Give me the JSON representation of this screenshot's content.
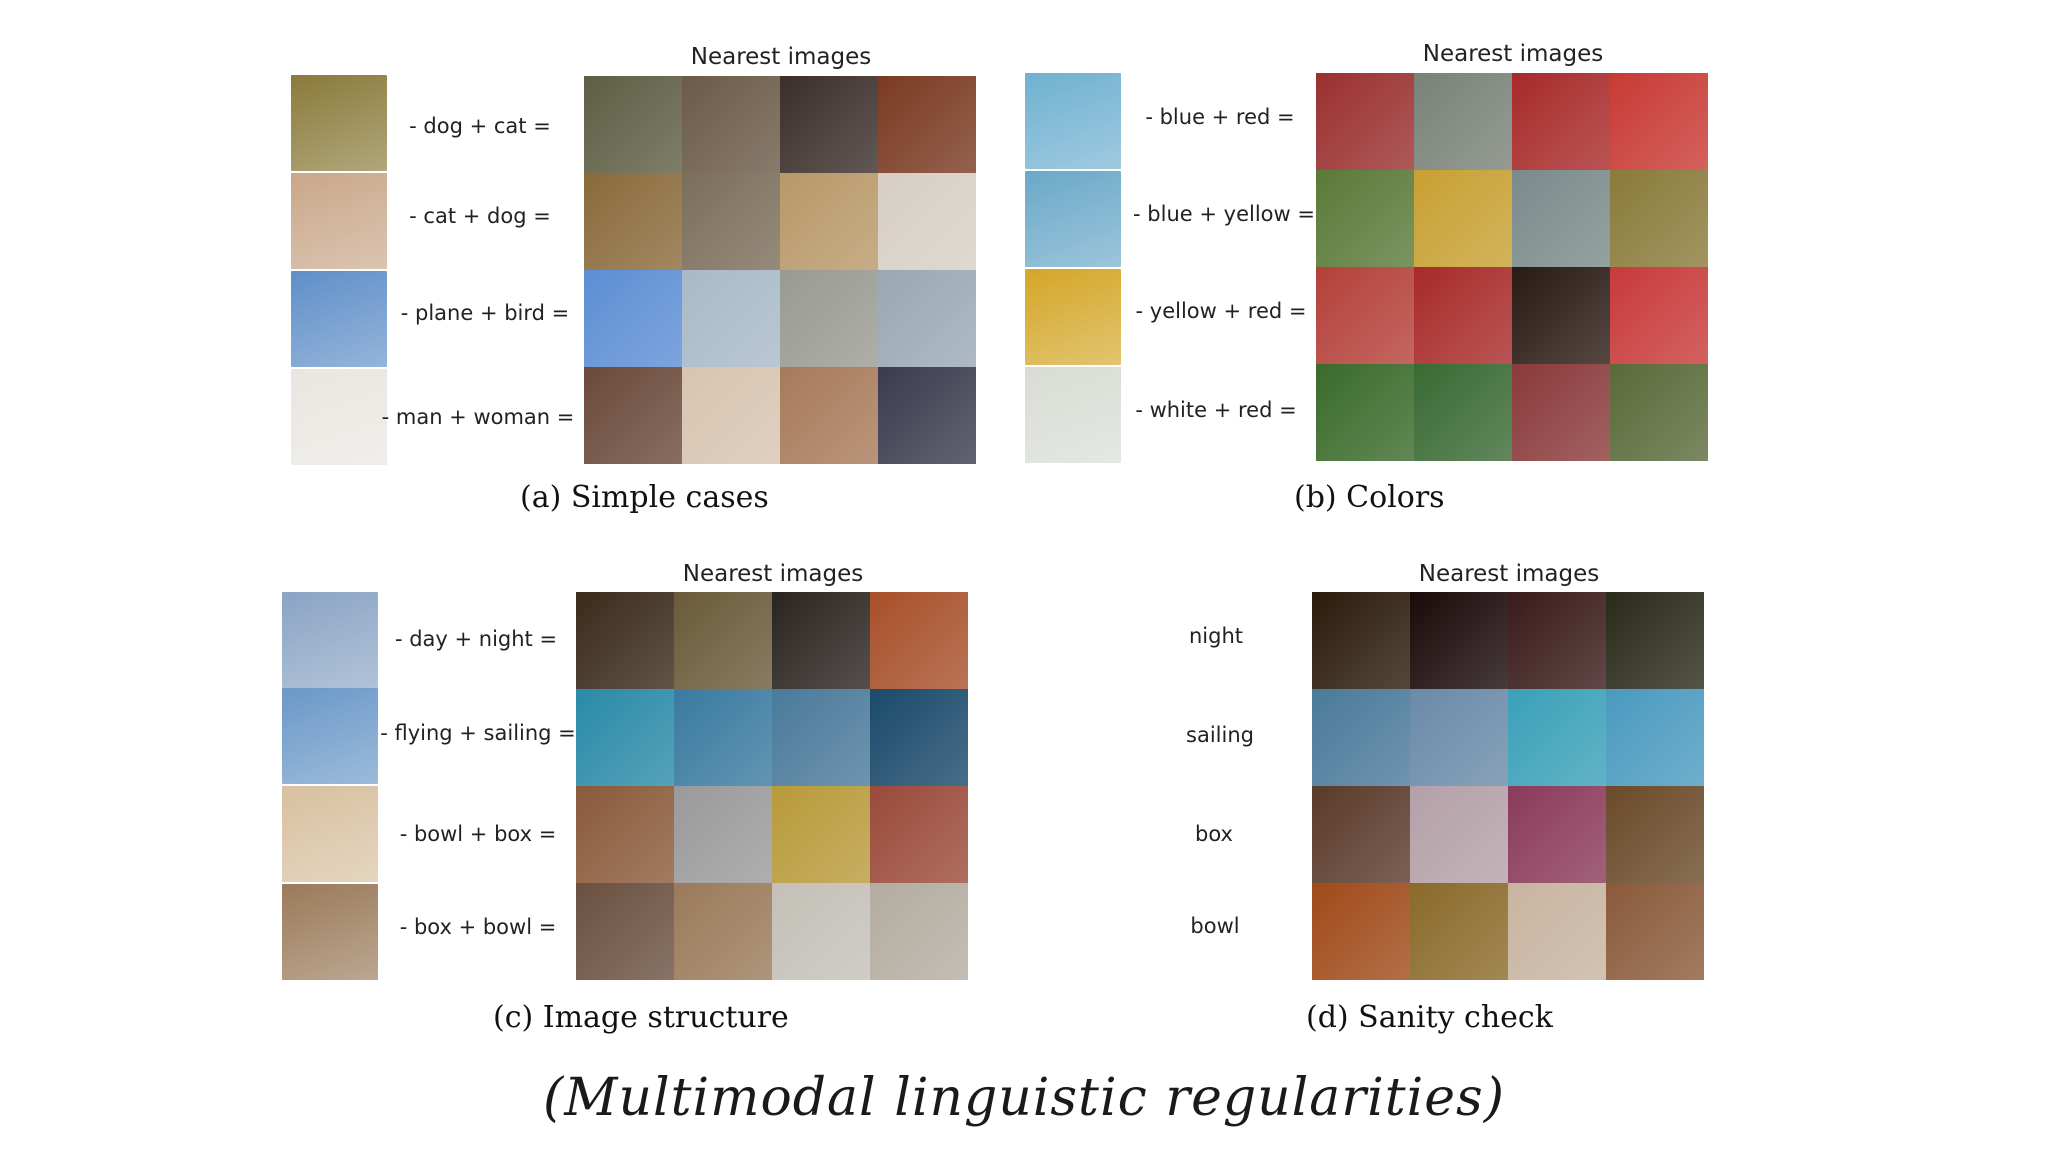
{
  "slide": {
    "title": "(Multimodal linguistic regularities)"
  },
  "panels": [
    {
      "id": "a",
      "header": "Nearest images",
      "caption": "(a)  Simple cases",
      "rows": [
        {
          "label": "- dog + cat =",
          "query_color": "#8a7a3a",
          "cells": [
            "#5e5e44",
            "#6b5a47",
            "#3a2e2a",
            "#7a3a22"
          ]
        },
        {
          "label": "- cat + dog =",
          "query_color": "#c9a78a",
          "cells": [
            "#8a6a3a",
            "#7b6e5a",
            "#b89868",
            "#d7cfc5"
          ]
        },
        {
          "label": "- plane + bird =",
          "query_color": "#5f8fc8",
          "cells": [
            "#5c8ed4",
            "#a8b9c8",
            "#9a9a94",
            "#9aa8b4"
          ]
        },
        {
          "label": "- man + woman =",
          "query_color": "#e9e6e0",
          "cells": [
            "#6a4a3a",
            "#d8c4b0",
            "#a87a5a",
            "#3a3c4e"
          ]
        }
      ]
    },
    {
      "id": "b",
      "header": "Nearest images",
      "caption": "(b)  Colors",
      "rows": [
        {
          "label": "- blue + red =",
          "query_color": "#6fb0d0",
          "cells": [
            "#9a3030",
            "#7a8278",
            "#a82a2a",
            "#c83a34"
          ]
        },
        {
          "label": "- blue + yellow =",
          "query_color": "#6aa8c8",
          "cells": [
            "#5a7a38",
            "#c8a032",
            "#7a8a8a",
            "#8a7a3a"
          ]
        },
        {
          "label": "- yellow + red =",
          "query_color": "#d4a628",
          "cells": [
            "#b4403a",
            "#a82a2a",
            "#2a1a14",
            "#c83a3a"
          ]
        },
        {
          "label": "- white + red =",
          "query_color": "#d8dcd4",
          "cells": [
            "#3a6a2a",
            "#3a6a34",
            "#8a3a3a",
            "#5a6a3a"
          ]
        }
      ]
    },
    {
      "id": "c",
      "header": "Nearest images",
      "caption": "(c)  Image structure",
      "rows": [
        {
          "label": "- day + night =",
          "query_color": "#8aa4c4",
          "cells": [
            "#3a2a1a",
            "#6a5a3a",
            "#2a2420",
            "#a8502a"
          ]
        },
        {
          "label": "- flying + sailing =",
          "query_color": "#6a98c8",
          "cells": [
            "#2a8aa8",
            "#3a7aa0",
            "#4a7a9a",
            "#1a4a6a"
          ]
        },
        {
          "label": "- bowl + box =",
          "query_color": "#d8c0a0",
          "cells": [
            "#8a5a3a",
            "#9a9a9a",
            "#b89a3a",
            "#9a4a3a"
          ]
        },
        {
          "label": "- box + bowl =",
          "query_color": "#9a7a5a",
          "cells": [
            "#6a5040",
            "#9a7a5a",
            "#c4c0b8",
            "#b4aca0"
          ]
        }
      ]
    },
    {
      "id": "d",
      "header": "Nearest images",
      "caption": "(d)  Sanity check",
      "rows": [
        {
          "label": "night",
          "query_color": "",
          "cells": [
            "#2a1a0a",
            "#1a0a0a",
            "#3a1a1a",
            "#2a2a1a"
          ]
        },
        {
          "label": "sailing",
          "query_color": "",
          "cells": [
            "#4a7a9a",
            "#6a8aa8",
            "#3aa0b8",
            "#4a9ac0"
          ]
        },
        {
          "label": "box",
          "query_color": "",
          "cells": [
            "#5a3a2a",
            "#b4a0a8",
            "#8a3a5a",
            "#6a4a2a"
          ]
        },
        {
          "label": "bowl",
          "query_color": "",
          "cells": [
            "#a04a1a",
            "#8a6a2a",
            "#c8b4a0",
            "#8a5a3a"
          ]
        }
      ]
    }
  ]
}
